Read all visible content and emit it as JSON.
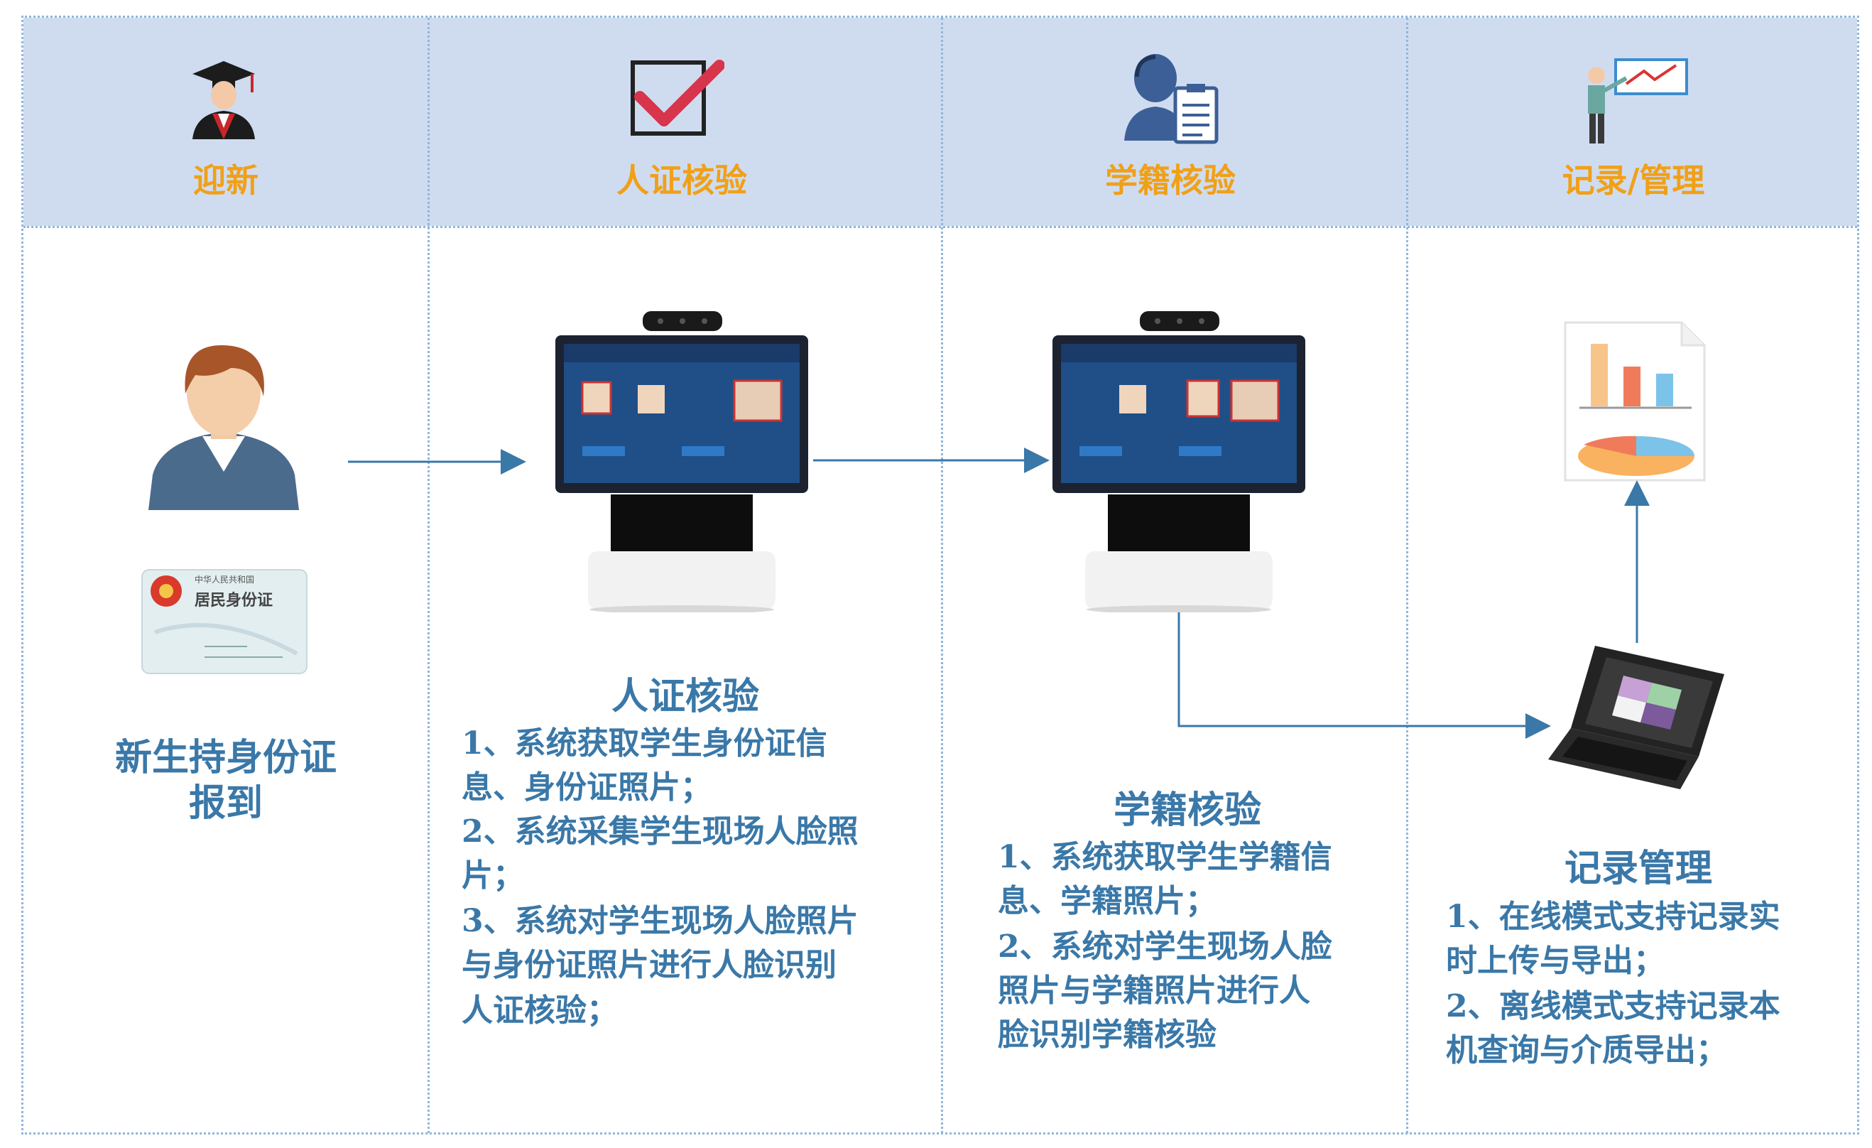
{
  "header": {
    "steps": [
      {
        "label": "迎新",
        "icon": "graduate-icon"
      },
      {
        "label": "人证核验",
        "icon": "checkbox-icon"
      },
      {
        "label": "学籍核验",
        "icon": "clerk-clipboard-icon"
      },
      {
        "label": "记录/管理",
        "icon": "presenter-board-icon"
      }
    ]
  },
  "columns": {
    "welcome": {
      "caption_line1": "新生持身份证",
      "caption_line2": "报到",
      "id_card": {
        "line1": "中华人民共和国",
        "line2": "居民身份证"
      }
    },
    "id_verify": {
      "title": "人证核验",
      "lines": [
        "1、系统获取学生身份证信",
        "息、身份证照片；",
        "2、系统采集学生现场人脸照",
        "片；",
        "3、系统对学生现场人脸照片",
        "与身份证照片进行人脸识别",
        "人证核验；"
      ]
    },
    "status_verify": {
      "title": "学籍核验",
      "lines": [
        "1、系统获取学生学籍信",
        "息、学籍照片；",
        "2、系统对学生现场人脸",
        "照片与学籍照片进行人",
        "脸识别学籍核验"
      ]
    },
    "records": {
      "title": "记录管理",
      "lines": [
        "1、在线模式支持记录实",
        "时上传与导出；",
        "2、离线模式支持记录本",
        "机查询与介质导出；"
      ]
    }
  },
  "colors": {
    "header_bg": "#cfdcf0",
    "header_text": "#f0a018",
    "body_text": "#3a78a8",
    "arrow": "#3a78a8",
    "dotted_border": "#8fb6dc"
  }
}
